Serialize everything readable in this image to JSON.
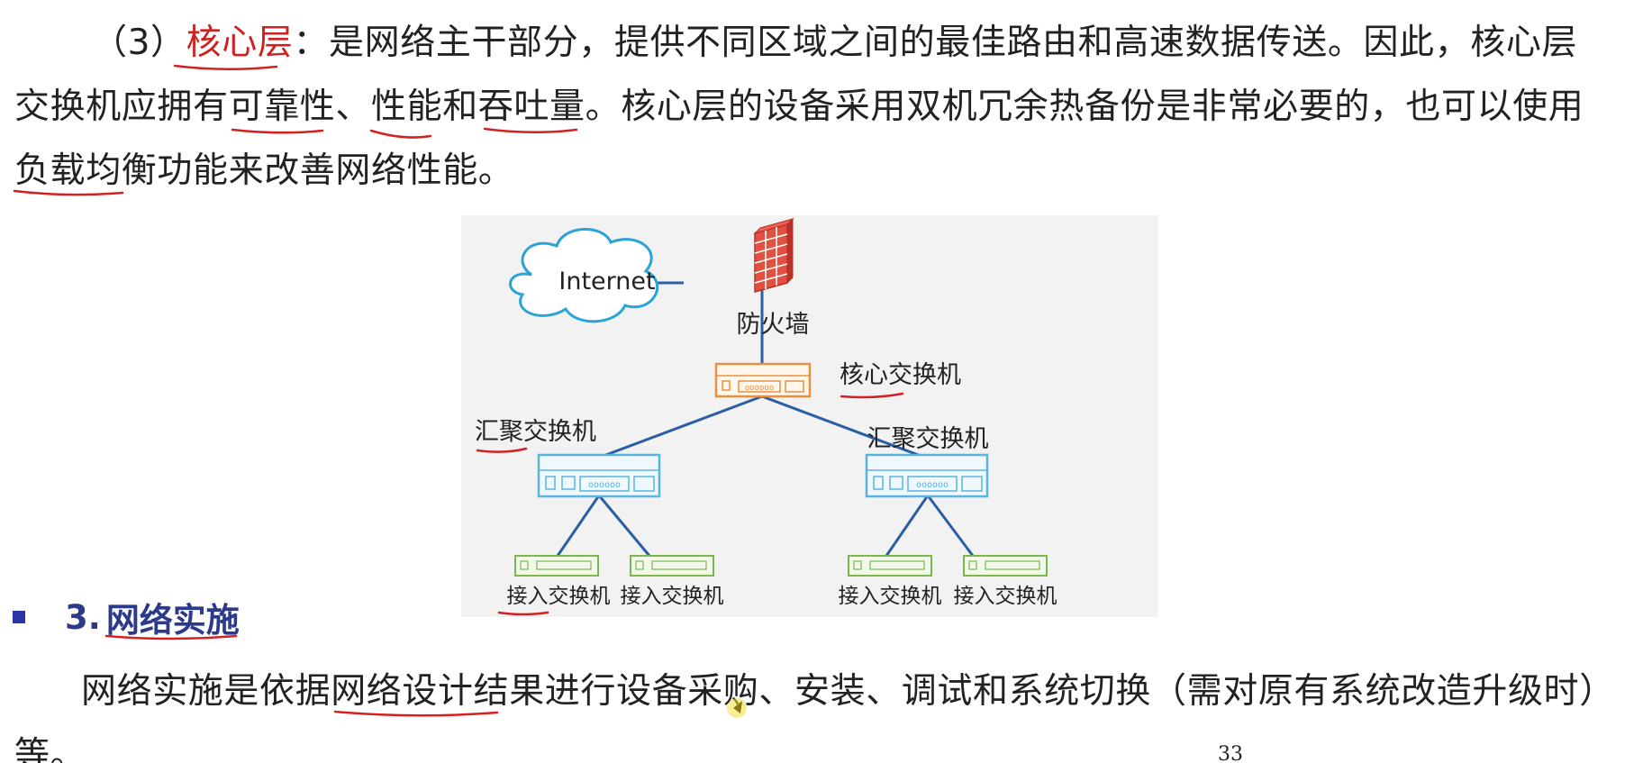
{
  "paragraph1": {
    "line1_prefix": "（3）",
    "term": "核心层",
    "line1_rest": "：是网络主干部分，提供不同区域之间的最佳路由和高速数据传送。因此，核心层",
    "line2": "交换机应拥有可靠性、性能和吞吐量。核心层的设备采用双机冗余热备份是非常必要的，也可以使用",
    "line3": "负载均衡功能来改善网络性能。"
  },
  "figure": {
    "internet_label": "Internet",
    "firewall_label": "防火墙",
    "core_switch_label": "核心交换机",
    "agg_left_label": "汇聚交换机",
    "agg_right_label": "汇聚交换机",
    "access_labels": [
      "接入交换机",
      "接入交换机",
      "接入交换机",
      "接入交换机"
    ],
    "colors": {
      "cloud": "#2aa3d8",
      "firewall": "#d9463a",
      "core_switch": "#e89040",
      "aggregation_switch": "#5ab4e0",
      "access_switch": "#7ab84a",
      "link": "#2a5fa6",
      "background": "#f2f2f2"
    }
  },
  "section": {
    "number": "3.",
    "title": "网络实施"
  },
  "paragraph2": {
    "line1": "网络实施是依据网络设计结果进行设备采购、安装、调试和系统切换（需对原有系统改造升级时）",
    "line2": "等。"
  },
  "page_number": "33",
  "annotation_color": "#d42020"
}
